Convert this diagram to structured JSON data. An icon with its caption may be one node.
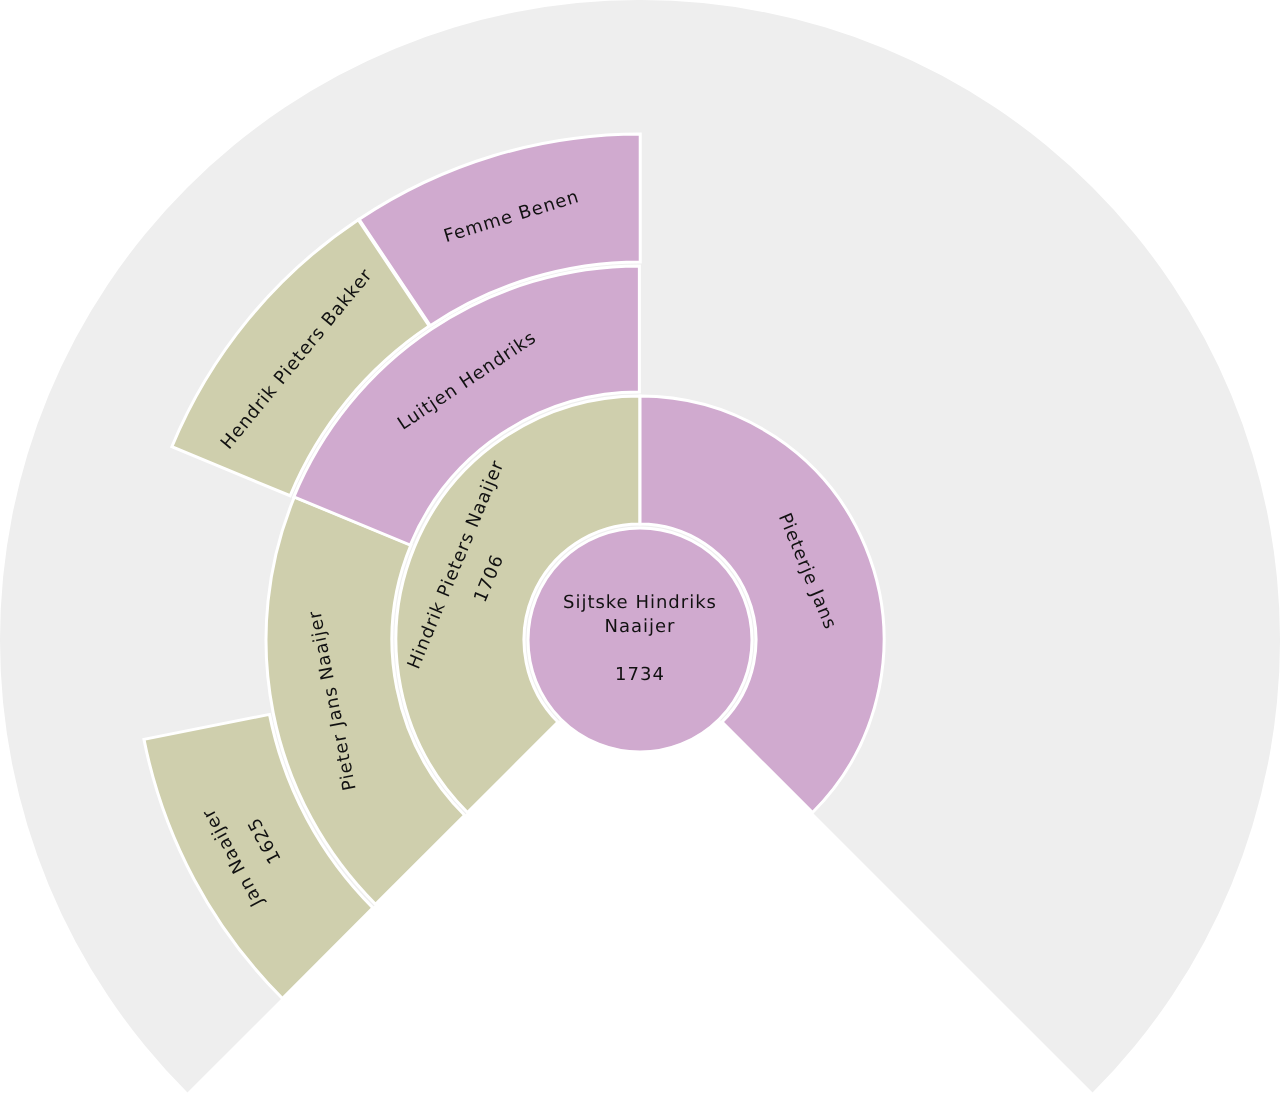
{
  "diagram": {
    "nodes": [
      {
        "text": [
          "Sijtske Hindriks Naaijer",
          "1734"
        ]
      },
      {
        "text": [
          "Hindrik Pieters Naaijer",
          "1706"
        ]
      },
      {
        "text": [
          "Pieterje Jans"
        ]
      },
      {
        "text": [
          "Pieter Jans Naaijer"
        ]
      },
      {
        "text": [
          "Luitjen Hendriks"
        ]
      },
      {
        "text": [
          "Jan Naaijer",
          "1625"
        ]
      },
      {
        "text": [
          "Hendrik Pieters Bakker"
        ]
      },
      {
        "text": [
          "Femme Benen"
        ]
      }
    ]
  }
}
